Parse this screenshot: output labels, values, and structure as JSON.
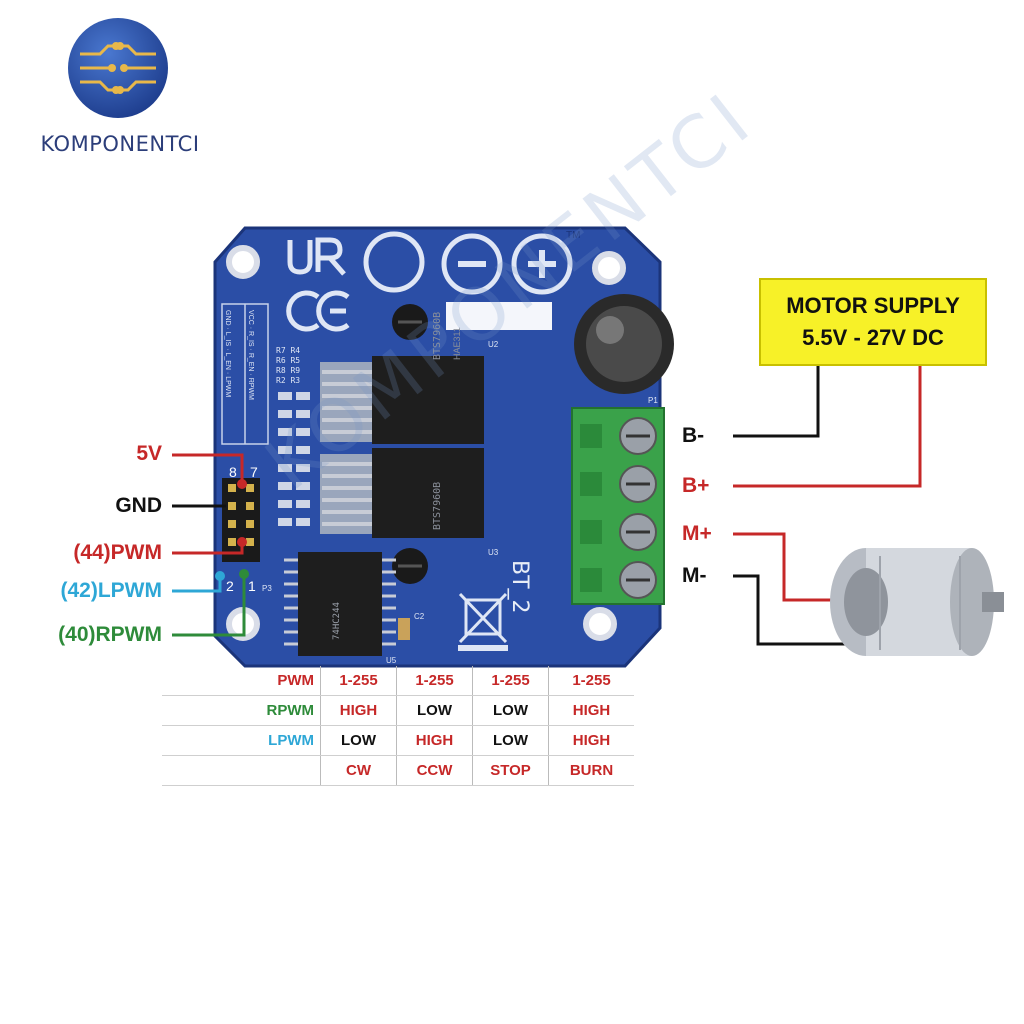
{
  "brand": {
    "name": "KOMPONENTCI",
    "watermark": "KOMPONENTCI",
    "logo_color": "#2c4a9a",
    "logo_accent": "#e8b84a"
  },
  "board": {
    "model": "BT_2",
    "chip_top": "BTS7960B",
    "chip_bottom": "BTS7960B",
    "chip_code": "HAE311",
    "driver_ic": "74HC244",
    "color": "#2b4ea6",
    "pin_labels": [
      "VCC",
      "GND",
      "R_IS",
      "L_IS",
      "R_EN",
      "L_EN",
      "RPWM",
      "LPWM"
    ],
    "resistor_labels": [
      "R7",
      "R4",
      "R6",
      "R5",
      "R8",
      "R9",
      "R2",
      "R3"
    ],
    "header_numbers": [
      "8",
      "7",
      "2",
      "1"
    ],
    "part_refs": [
      "U2",
      "U3",
      "U5",
      "C2",
      "P1",
      "P3"
    ],
    "trademark": "TM"
  },
  "left_pins": [
    {
      "label": "5V",
      "color": "#c62828"
    },
    {
      "label": "GND",
      "color": "#111111"
    },
    {
      "label": "(44)PWM",
      "color": "#c62828"
    },
    {
      "label": "(42)LPWM",
      "color": "#2ea7d6"
    },
    {
      "label": "(40)RPWM",
      "color": "#2e8b3a"
    }
  ],
  "supply": {
    "line1": "MOTOR SUPPLY",
    "line2": "5.5V - 27V DC",
    "color": "#f7f128"
  },
  "terminals": [
    {
      "label": "B-",
      "color": "#111111"
    },
    {
      "label": "B+",
      "color": "#c62828"
    },
    {
      "label": "M+",
      "color": "#c62828"
    },
    {
      "label": "M-",
      "color": "#111111"
    }
  ],
  "truth_table": {
    "rows": [
      {
        "header": "PWM",
        "header_color": "red",
        "cells": [
          [
            "1-255",
            "red"
          ],
          [
            "1-255",
            "red"
          ],
          [
            "1-255",
            "red"
          ],
          [
            "1-255",
            "red"
          ]
        ]
      },
      {
        "header": "RPWM",
        "header_color": "grn",
        "cells": [
          [
            "HIGH",
            "red"
          ],
          [
            "LOW",
            "blk"
          ],
          [
            "LOW",
            "blk"
          ],
          [
            "HIGH",
            "red"
          ]
        ]
      },
      {
        "header": "LPWM",
        "header_color": "cyan",
        "cells": [
          [
            "LOW",
            "blk"
          ],
          [
            "HIGH",
            "red"
          ],
          [
            "LOW",
            "blk"
          ],
          [
            "HIGH",
            "red"
          ]
        ]
      },
      {
        "header": "",
        "header_color": "blk",
        "cells": [
          [
            "CW",
            "red"
          ],
          [
            "CCW",
            "red"
          ],
          [
            "STOP",
            "red"
          ],
          [
            "BURN",
            "red"
          ]
        ]
      }
    ]
  }
}
